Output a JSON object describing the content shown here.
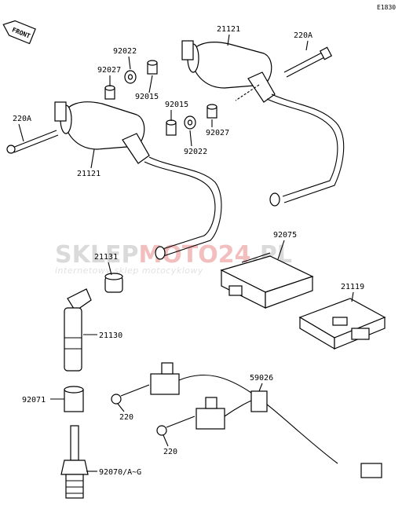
{
  "diagram_code": "E1830",
  "front_label": "FRONT",
  "watermark": {
    "part1": "SKLEP",
    "part2": "MOTO",
    "part3": "24",
    "part4": ".PL",
    "subtitle": "internetowy sklep motocyklowy"
  },
  "parts": [
    {
      "id": "p21121a",
      "label": "21121"
    },
    {
      "id": "p220Aa",
      "label": "220A"
    },
    {
      "id": "p92022a",
      "label": "92022"
    },
    {
      "id": "p92027a",
      "label": "92027"
    },
    {
      "id": "p92015a",
      "label": "92015"
    },
    {
      "id": "p220Ab",
      "label": "220A"
    },
    {
      "id": "p92015b",
      "label": "92015"
    },
    {
      "id": "p92022b",
      "label": "92022"
    },
    {
      "id": "p92027b",
      "label": "92027"
    },
    {
      "id": "p21121b",
      "label": "21121"
    },
    {
      "id": "p92075",
      "label": "92075"
    },
    {
      "id": "p21131",
      "label": "21131"
    },
    {
      "id": "p21119",
      "label": "21119"
    },
    {
      "id": "p21130",
      "label": "21130"
    },
    {
      "id": "p59026",
      "label": "59026"
    },
    {
      "id": "p92071",
      "label": "92071"
    },
    {
      "id": "p220a",
      "label": "220"
    },
    {
      "id": "p220b",
      "label": "220"
    },
    {
      "id": "p92070",
      "label": "92070/A~G"
    }
  ]
}
